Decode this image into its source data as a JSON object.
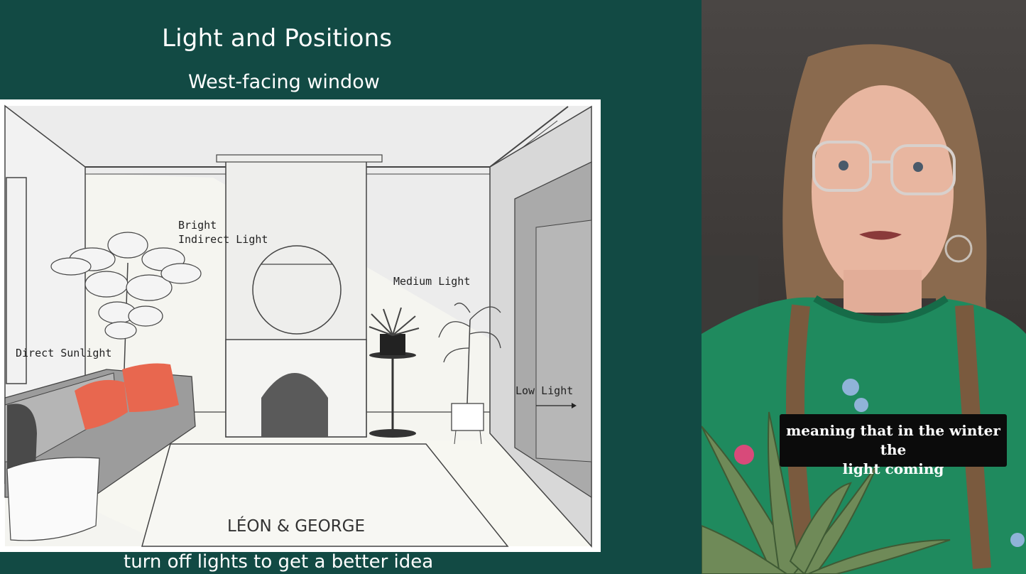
{
  "slide": {
    "title": "Light and Positions",
    "subtitle": "West-facing window",
    "caption": "turn off lights to get a better idea"
  },
  "illustration": {
    "labels": {
      "bright_line1": "Bright",
      "bright_line2": "Indirect Light",
      "medium": "Medium Light",
      "direct": "Direct Sunlight",
      "low": "Low Light"
    },
    "brand": "LÉON & GEORGE"
  },
  "video": {
    "subtitle_line1": "meaning that in the winter the",
    "subtitle_line2": "light coming"
  },
  "colors": {
    "background": "#124a44",
    "cushion": "#e8674f",
    "sweater": "#1f8a5e"
  }
}
